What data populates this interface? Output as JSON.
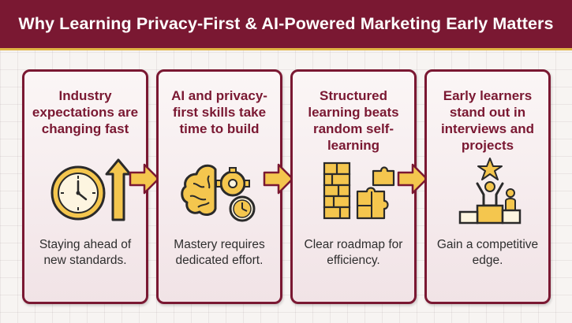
{
  "header": {
    "title": "Why Learning Privacy-First & AI-Powered Marketing Early Matters"
  },
  "cards": [
    {
      "title": "Industry expectations are changing fast",
      "icon": "clock-with-up-arrow-icon",
      "text": "Staying ahead of new standards."
    },
    {
      "title": "AI and privacy-first skills take time to build",
      "icon": "brain-gears-clock-icon",
      "text": "Mastery requires dedicated effort."
    },
    {
      "title": "Structured learning beats random self-learning",
      "icon": "blocks-and-puzzle-icon",
      "text": "Clear roadmap for efficiency."
    },
    {
      "title": "Early learners stand out in interviews and projects",
      "icon": "podium-winner-icon",
      "text": "Gain a competitive edge."
    }
  ],
  "colors": {
    "primary": "#7a1832",
    "accent": "#f4c64e",
    "accent_border": "#c9922a",
    "background": "#f7f4f2"
  }
}
